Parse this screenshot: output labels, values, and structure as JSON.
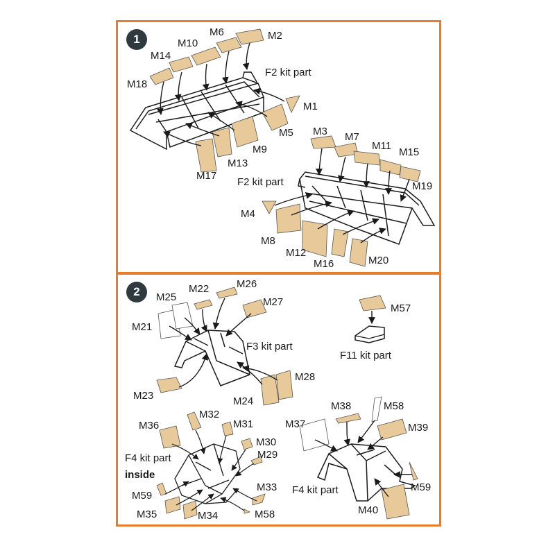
{
  "colors": {
    "frame": "#e57d2c",
    "mask": "#e8c99a",
    "badge": "#2e3a40"
  },
  "steps": {
    "one": "1",
    "two": "2"
  },
  "panel1": {
    "labels": {
      "m1": "M1",
      "m2": "M2",
      "m3": "M3",
      "m4": "M4",
      "m5": "M5",
      "m6": "M6",
      "m7": "M7",
      "m8": "M8",
      "m9": "M9",
      "m10": "M10",
      "m11": "M11",
      "m12": "M12",
      "m13": "M13",
      "m14": "M14",
      "m15": "M15",
      "m16": "M16",
      "m17": "M17",
      "m18": "M18",
      "m19": "M19",
      "m20": "M20",
      "f2a": "F2 kit part",
      "f2b": "F2 kit part"
    }
  },
  "panel2": {
    "labels": {
      "m21": "M21",
      "m22": "M22",
      "m23": "M23",
      "m24": "M24",
      "m25": "M25",
      "m26": "M26",
      "m27": "M27",
      "m28": "M28",
      "m29": "M29",
      "m30": "M30",
      "m31": "M31",
      "m32": "M32",
      "m33": "M33",
      "m34": "M34",
      "m35": "M35",
      "m36": "M36",
      "m37": "M37",
      "m38": "M38",
      "m39": "M39",
      "m40": "M40",
      "m57": "M57",
      "m58a": "M58",
      "m58b": "M58",
      "m59a": "M59",
      "m59b": "M59",
      "f3": "F3 kit part",
      "f4a": "F4 kit part",
      "inside": "inside",
      "f4b": "F4 kit part",
      "f11": "F11 kit part"
    }
  }
}
